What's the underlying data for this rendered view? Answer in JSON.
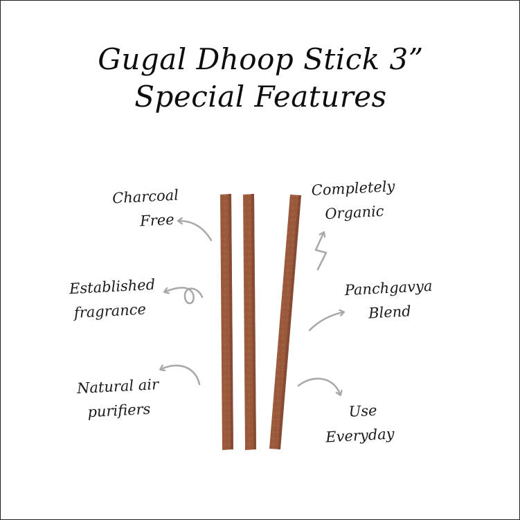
{
  "title": {
    "line1": "Gugal Dhoop Stick 3”",
    "line2": "Special Features"
  },
  "features": {
    "charcoal": {
      "line1": "Charcoal",
      "line2": "Free"
    },
    "fragrance": {
      "line1": "Established",
      "line2": "fragrance"
    },
    "air": {
      "line1": "Natural air",
      "line2": "purifiers"
    },
    "organic": {
      "line1": "Completely",
      "line2": "Organic"
    },
    "panchgavya": {
      "line1": "Panchgavya",
      "line2": "Blend"
    },
    "everyday": {
      "line1": "Use",
      "line2": "Everyday"
    }
  },
  "colors": {
    "stick": "#9c5a3c",
    "stick_dark": "#7e4530",
    "arrow": "#a9a9a9",
    "text": "#1a1a1a"
  }
}
